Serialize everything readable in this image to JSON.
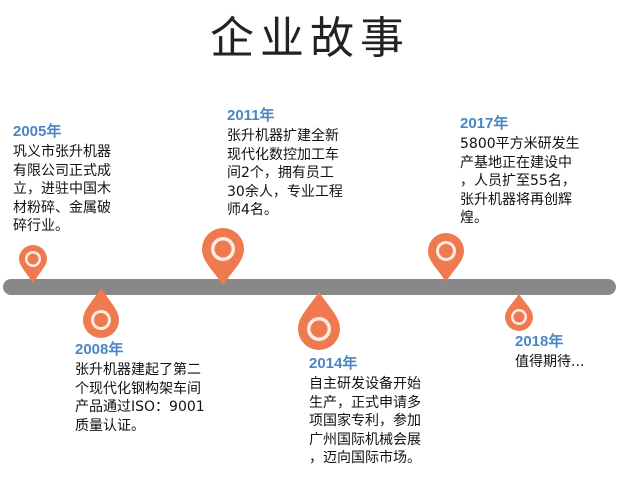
{
  "title": "企业故事",
  "accent_color": "#f07a50",
  "events": [
    {
      "year": "2005年",
      "text": "巩义市张升机器\n有限公司正式成\n立，进驻中国木\n材粉碎、金属破\n碎行业。"
    },
    {
      "year": "2008年",
      "text": "张升机器建起了第二\n个现代化钢构架车间\n产品通过ISO：9001\n质量认证。"
    },
    {
      "year": "2011年",
      "text": "张升机器扩建全新\n现代化数控加工车\n间2个，拥有员工\n30余人，专业工程\n师4名。"
    },
    {
      "year": "2014年",
      "text": "自主研发设备开始\n生产，正式申请多\n项国家专利，参加\n广州国际机械会展\n，迈向国际市场。"
    },
    {
      "year": "2017年",
      "text": "5800平方米研发生\n产基地正在建设中\n，人员扩至55名，\n张升机器将再创辉\n煌。"
    },
    {
      "year": "2018年",
      "text": "值得期待..."
    }
  ]
}
